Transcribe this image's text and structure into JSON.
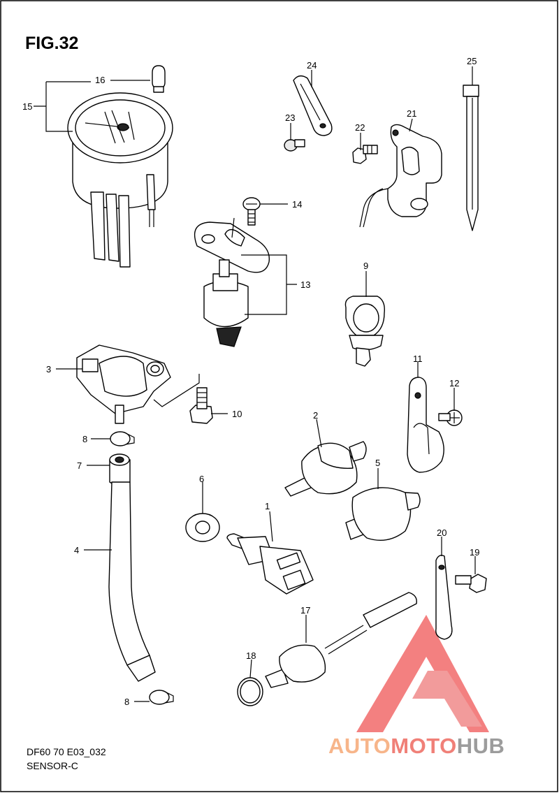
{
  "figure": {
    "title": "FIG.32"
  },
  "footer": {
    "code": "DF60 70 E03_032",
    "title": "SENSOR-C"
  },
  "watermark": {
    "part1": "AUTO",
    "part2": "MOTO",
    "part3": "HUB",
    "colors": {
      "part1": "#f7b58a",
      "part2": "#f08078",
      "part3": "#9c9c9c",
      "logo": "#f26a6a"
    }
  },
  "callouts": [
    {
      "id": "c1",
      "text": "1"
    },
    {
      "id": "c2",
      "text": "2"
    },
    {
      "id": "c3",
      "text": "3"
    },
    {
      "id": "c4",
      "text": "4"
    },
    {
      "id": "c5",
      "text": "5"
    },
    {
      "id": "c6",
      "text": "6"
    },
    {
      "id": "c7",
      "text": "7"
    },
    {
      "id": "c8a",
      "text": "8"
    },
    {
      "id": "c8b",
      "text": "8"
    },
    {
      "id": "c9",
      "text": "9"
    },
    {
      "id": "c10",
      "text": "10"
    },
    {
      "id": "c11",
      "text": "11"
    },
    {
      "id": "c12",
      "text": "12"
    },
    {
      "id": "c13",
      "text": "13"
    },
    {
      "id": "c14",
      "text": "14"
    },
    {
      "id": "c15",
      "text": "15"
    },
    {
      "id": "c16",
      "text": "16"
    },
    {
      "id": "c17",
      "text": "17"
    },
    {
      "id": "c18",
      "text": "18"
    },
    {
      "id": "c19",
      "text": "19"
    },
    {
      "id": "c20",
      "text": "20"
    },
    {
      "id": "c21",
      "text": "21"
    },
    {
      "id": "c22",
      "text": "22"
    },
    {
      "id": "c23",
      "text": "23"
    },
    {
      "id": "c24",
      "text": "24"
    },
    {
      "id": "c25",
      "text": "25"
    }
  ]
}
